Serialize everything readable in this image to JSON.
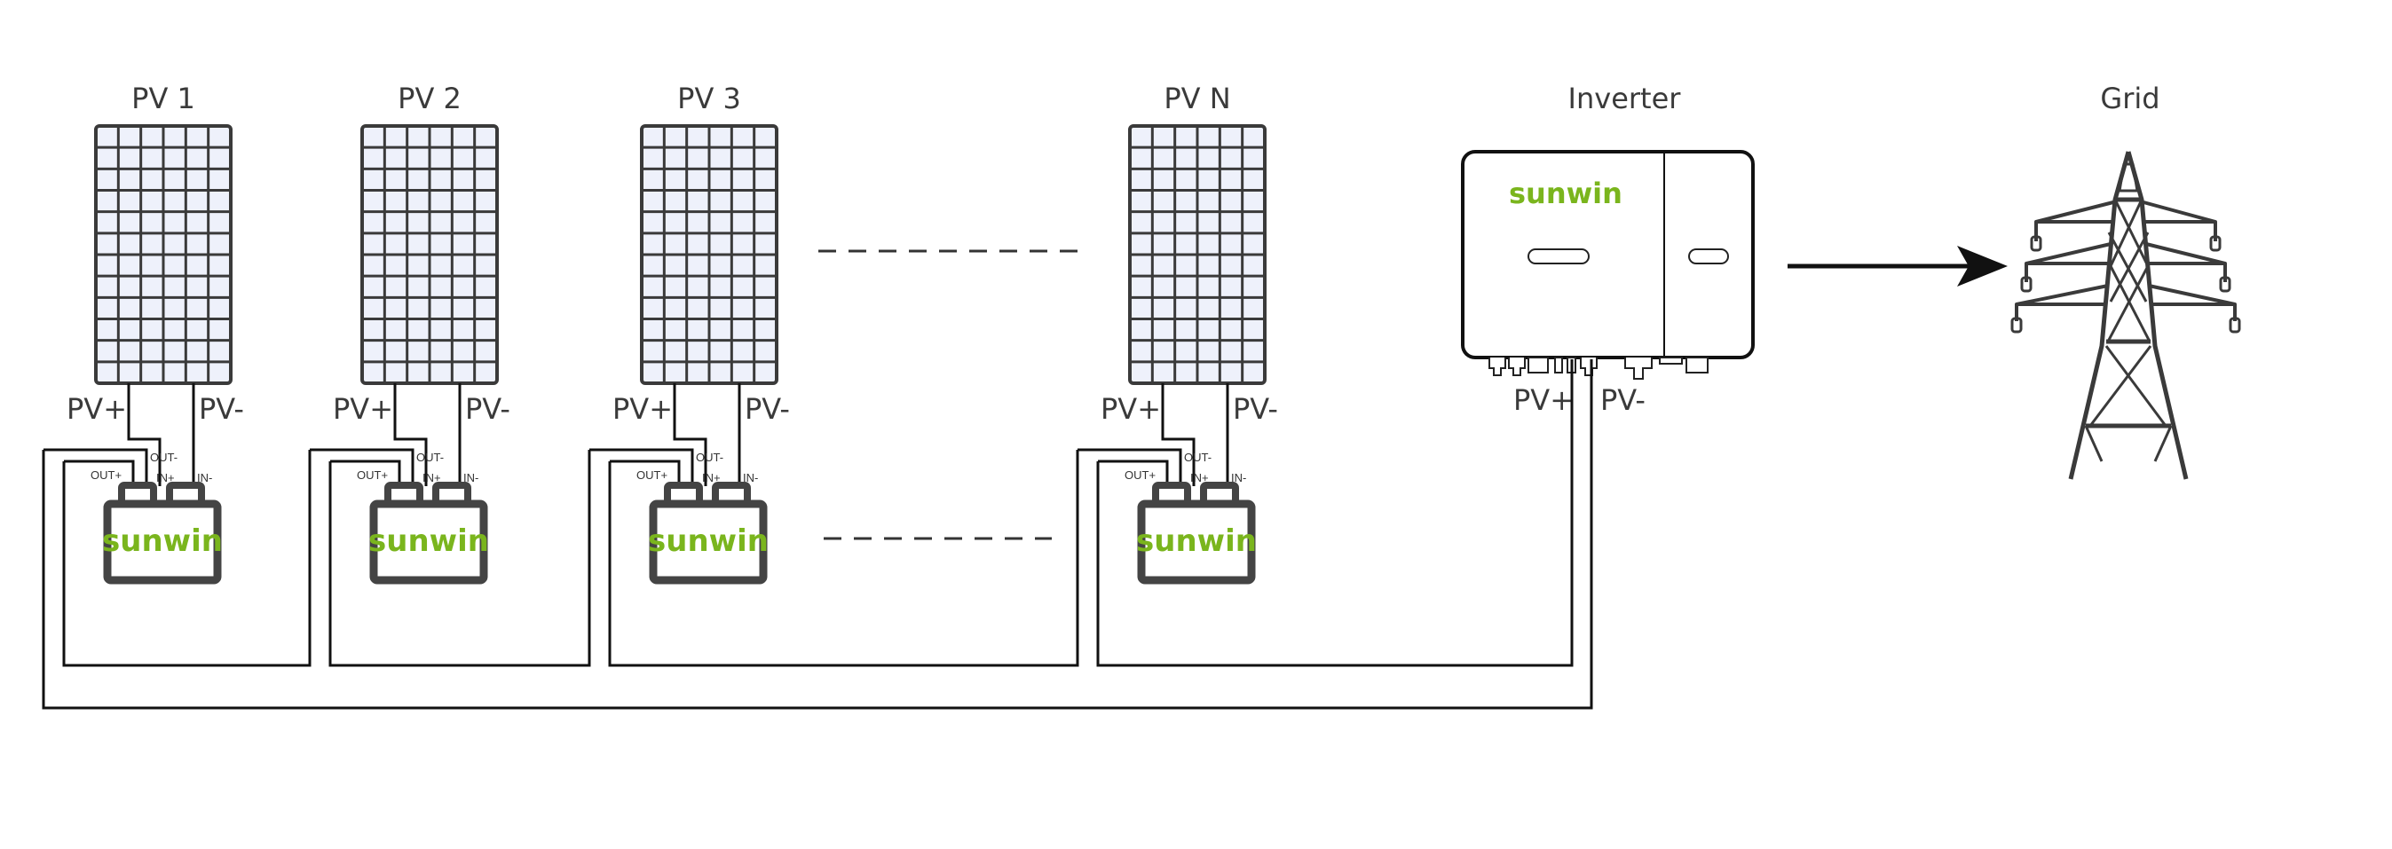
{
  "diagram": {
    "title": "Microinverter series-connected PV system",
    "brand_color": "#7ab51d",
    "line_color": "#3a3a3a",
    "panel_fill": "#eef1fb",
    "pv_units": [
      {
        "label": "PV 1",
        "pos_label": "PV+",
        "neg_label": "PV-",
        "brand": "sunwin",
        "terminals": {
          "out_pos": "OUT+",
          "out_neg": "OUT-",
          "in_pos": "IN+",
          "in_neg": "IN-"
        }
      },
      {
        "label": "PV 2",
        "pos_label": "PV+",
        "neg_label": "PV-",
        "brand": "sunwin",
        "terminals": {
          "out_pos": "OUT+",
          "out_neg": "OUT-",
          "in_pos": "IN+",
          "in_neg": "IN-"
        }
      },
      {
        "label": "PV 3",
        "pos_label": "PV+",
        "neg_label": "PV-",
        "brand": "sunwin",
        "terminals": {
          "out_pos": "OUT+",
          "out_neg": "OUT-",
          "in_pos": "IN+",
          "in_neg": "IN-"
        }
      },
      {
        "label": "PV N",
        "pos_label": "PV+",
        "neg_label": "PV-",
        "brand": "sunwin",
        "terminals": {
          "out_pos": "OUT+",
          "out_neg": "OUT-",
          "in_pos": "IN+",
          "in_neg": "IN-"
        }
      }
    ],
    "panel_grid": {
      "columns": 6,
      "rows": 12
    },
    "inverter": {
      "label": "Inverter",
      "brand": "sunwin",
      "pos_label": "PV+",
      "neg_label": "PV-"
    },
    "grid": {
      "label": "Grid"
    },
    "ellipsis": "- - - - - - - - -"
  }
}
